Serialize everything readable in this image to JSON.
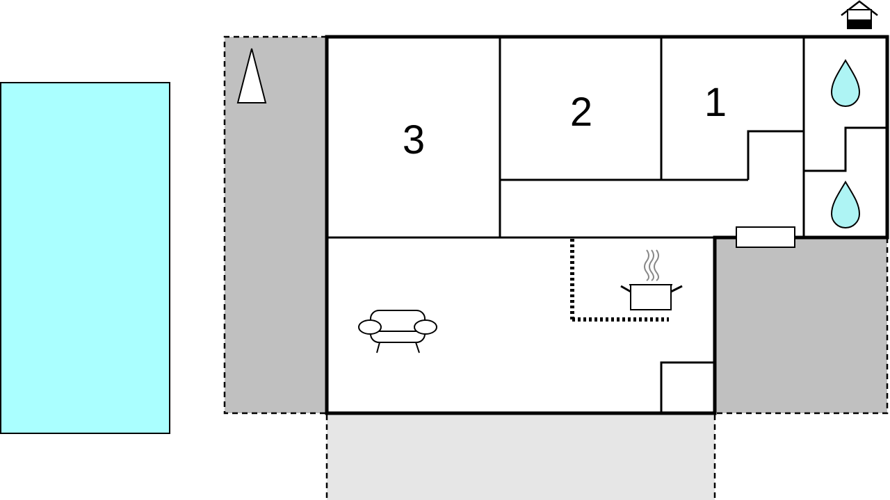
{
  "rooms": [
    {
      "id": "bedroom-3",
      "label": "3"
    },
    {
      "id": "bedroom-2",
      "label": "2"
    },
    {
      "id": "bedroom-1",
      "label": "1"
    }
  ],
  "icons": [
    "north-arrow-icon",
    "house-entrance-icon",
    "water-drop-icon",
    "sofa-icon",
    "cooking-pot-icon",
    "window-icon"
  ],
  "colors": {
    "pool": "#aaffff",
    "terrace": "#c0c0c0",
    "patio": "#e6e6e6",
    "wall": "#000000",
    "water_drop": "#aef4f4",
    "steam": "#888888"
  }
}
